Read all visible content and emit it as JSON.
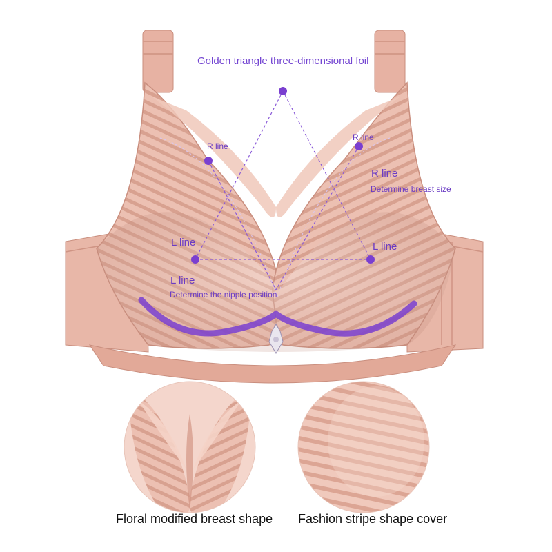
{
  "annotation": {
    "title": "Golden triangle three-dimensional foil",
    "r_line_left": "R line",
    "r_line_right": "R line",
    "r_line_heading": "R line",
    "r_line_desc": "Determine breast size",
    "l_line_left": "L line",
    "l_line_right": "L line",
    "l_line_heading": "L line",
    "l_line_desc": "Determine the nipple position"
  },
  "captions": {
    "left": "Floral modified breast shape",
    "right": "Fashion stripe shape cover"
  },
  "colors": {
    "fabric": "#e7b4a5",
    "fabric_light": "#f3d2c6",
    "stripe": "#d49a89",
    "accent": "#7a3fd0",
    "label": "#6b3cc4"
  }
}
